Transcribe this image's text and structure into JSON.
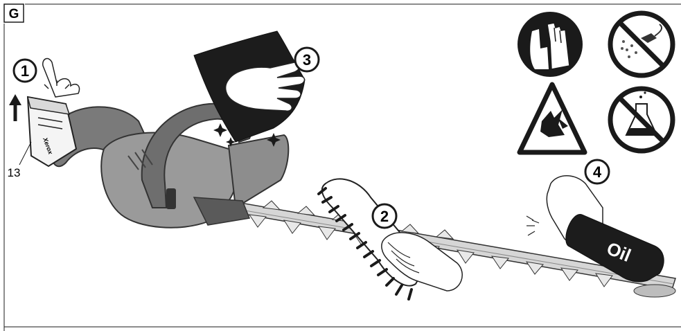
{
  "figure_label": "G",
  "steps": [
    "1",
    "2",
    "3",
    "4"
  ],
  "part_number": "13",
  "oil_label": "Oil",
  "battery_brand": "Xerox",
  "icons": [
    "wear-gloves-icon",
    "no-water-spray-icon",
    "cutting-hazard-warning-icon",
    "no-chemicals-icon"
  ],
  "colors": {
    "ink": "#1a1a1a",
    "tool_body": "#8c8c8c",
    "tool_dark": "#555555",
    "blade": "#c8c8c8"
  }
}
